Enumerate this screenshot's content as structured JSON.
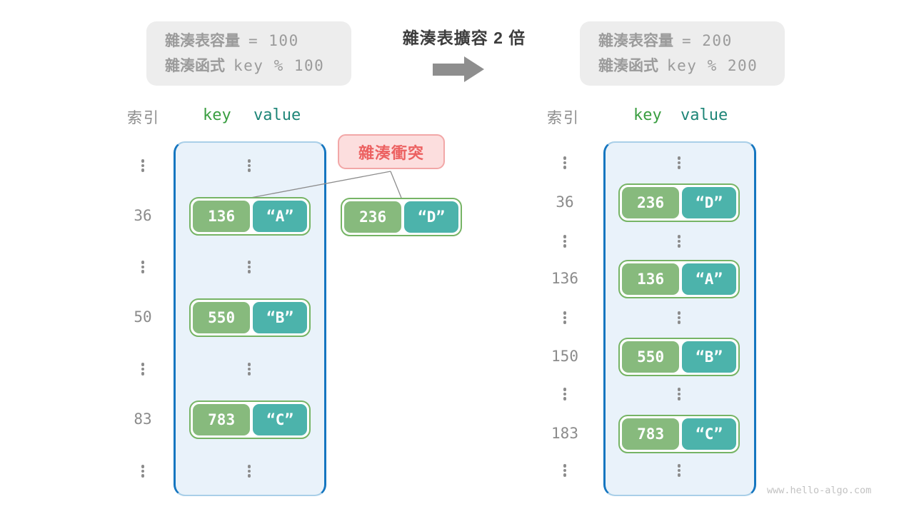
{
  "colors": {
    "key_green": "#87ba7d",
    "value_teal": "#4cb3ab",
    "pair_border_green": "#76b465",
    "bucket_fill": "#e9f2fa",
    "bucket_border_blue": "#1576c0",
    "collision_red": "#ec6161",
    "gray_text": "#9b9b9b"
  },
  "info_box_left": {
    "line1_label": "雜湊表容量",
    "line1_value": "= 100",
    "line2_label": "雜湊函式",
    "line2_value": "key % 100"
  },
  "info_box_right": {
    "line1_label": "雜湊表容量",
    "line1_value": "= 200",
    "line2_label": "雜湊函式",
    "line2_value": "key % 200"
  },
  "transform": {
    "title": "雜湊表擴容 2 倍"
  },
  "collision": {
    "label": "雜湊衝突"
  },
  "standalone_pair": {
    "key": "236",
    "value": "“D”"
  },
  "left_table": {
    "headers": {
      "index": "索引",
      "key": "key",
      "value": "value"
    },
    "rows": [
      {
        "type": "dots"
      },
      {
        "type": "pair",
        "index": "36",
        "key": "136",
        "value": "“A”"
      },
      {
        "type": "dots"
      },
      {
        "type": "pair",
        "index": "50",
        "key": "550",
        "value": "“B”"
      },
      {
        "type": "dots"
      },
      {
        "type": "pair",
        "index": "83",
        "key": "783",
        "value": "“C”"
      },
      {
        "type": "dots"
      }
    ]
  },
  "right_table": {
    "headers": {
      "index": "索引",
      "key": "key",
      "value": "value"
    },
    "rows": [
      {
        "type": "dots"
      },
      {
        "type": "pair",
        "index": "36",
        "key": "236",
        "value": "“D”"
      },
      {
        "type": "dots"
      },
      {
        "type": "pair",
        "index": "136",
        "key": "136",
        "value": "“A”"
      },
      {
        "type": "dots"
      },
      {
        "type": "pair",
        "index": "150",
        "key": "550",
        "value": "“B”"
      },
      {
        "type": "dots"
      },
      {
        "type": "pair",
        "index": "183",
        "key": "783",
        "value": "“C”"
      },
      {
        "type": "dots"
      }
    ]
  },
  "watermark": "www.hello-algo.com"
}
